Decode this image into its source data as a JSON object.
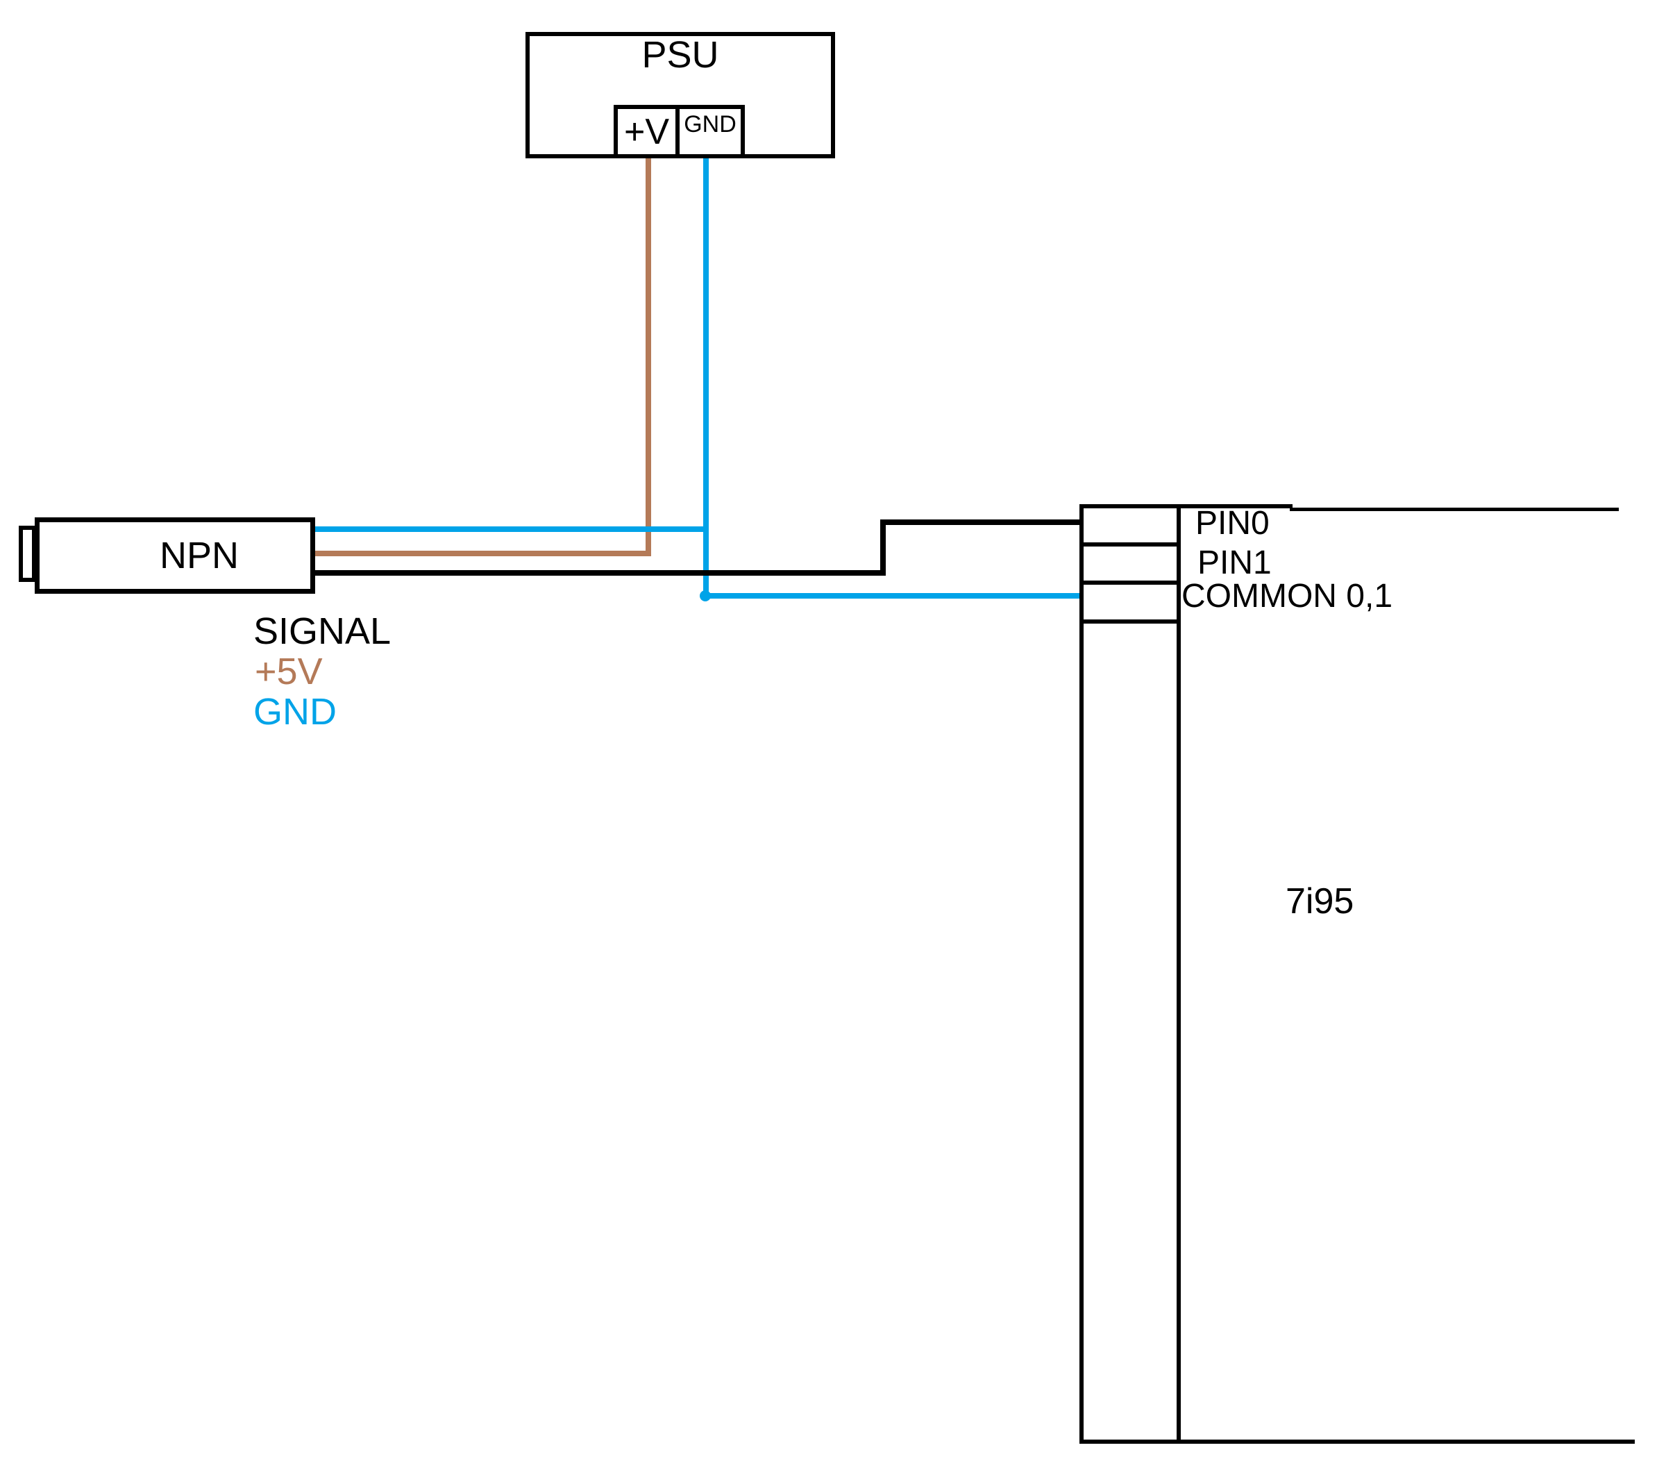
{
  "psu": {
    "title": "PSU",
    "terminal_plus_v": "+V",
    "terminal_gnd": "GND"
  },
  "sensor": {
    "label": "NPN"
  },
  "board": {
    "title": "7i95",
    "pins": [
      {
        "label": "PIN0"
      },
      {
        "label": "PIN1"
      },
      {
        "label": "COMMON 0,1"
      }
    ]
  },
  "legend": [
    {
      "label": "SIGNAL",
      "color": "#000000"
    },
    {
      "label": "+5V",
      "color": "#b47a58"
    },
    {
      "label": "GND",
      "color": "#00a3e8"
    }
  ],
  "colors": {
    "outline": "#000000",
    "signal_wire": "#000000",
    "plus5v_wire": "#b47a58",
    "gnd_wire": "#00a3e8"
  }
}
